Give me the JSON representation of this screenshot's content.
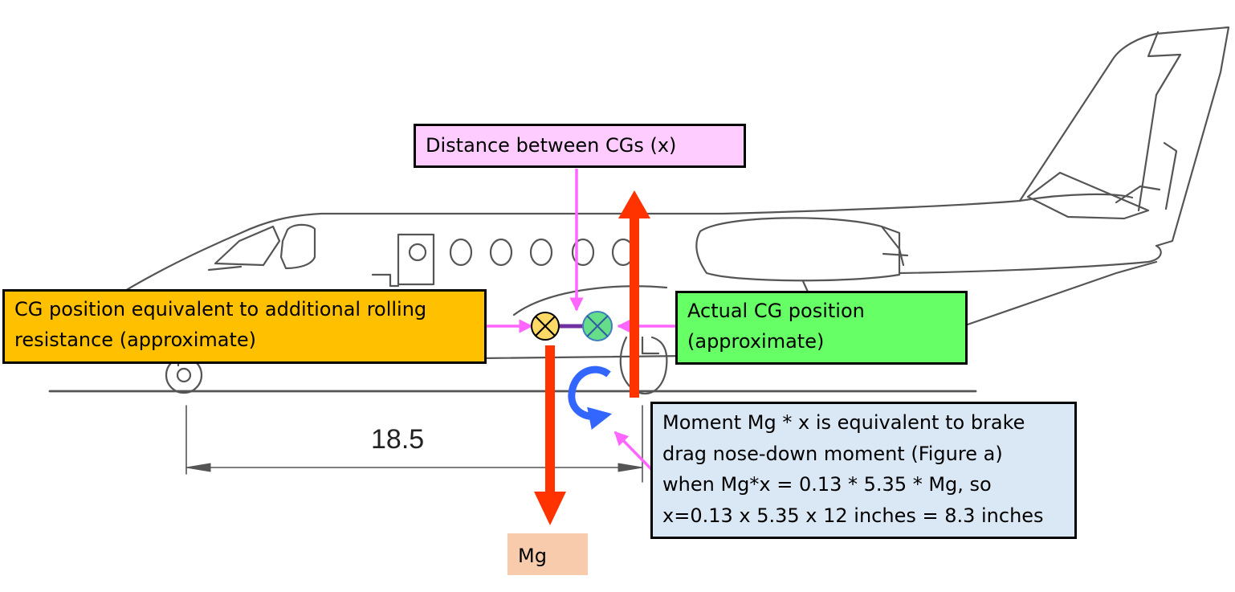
{
  "labels": {
    "distance_between_cgs": "Distance between CGs (x)",
    "cg_equivalent": [
      "CG position equivalent to additional rolling",
      "resistance (approximate)"
    ],
    "actual_cg": [
      "Actual CG position",
      "(approximate)"
    ],
    "moment_note": [
      "Moment Mg * x is equivalent to brake",
      "drag nose-down moment (Figure a)",
      "when Mg*x = 0.13 * 5.35 * Mg, so",
      "x=0.13 x 5.35 x 12 inches = 8.3 inches"
    ],
    "mg": "Mg",
    "wheelbase_dimension": "18.5"
  },
  "colors": {
    "distance_box_fill": "#ffccff",
    "cg_equivalent_box_fill": "#ffc000",
    "actual_cg_box_fill": "#66ff66",
    "moment_box_fill": "#dae8f5",
    "mg_label_fill": "#f8cbad",
    "pointer_arrows": "#ff66ff",
    "force_arrows": "#ff3300",
    "moment_arrow": "#3366ff",
    "cg_equivalent_marker": "#ffd966",
    "actual_cg_marker": "#66dd88",
    "cg_link": "#7030a0",
    "aircraft_outline": "#555555"
  },
  "icons": {
    "cg_marker": "circled-x",
    "moment_arrow": "curved-rotation-arrow"
  }
}
